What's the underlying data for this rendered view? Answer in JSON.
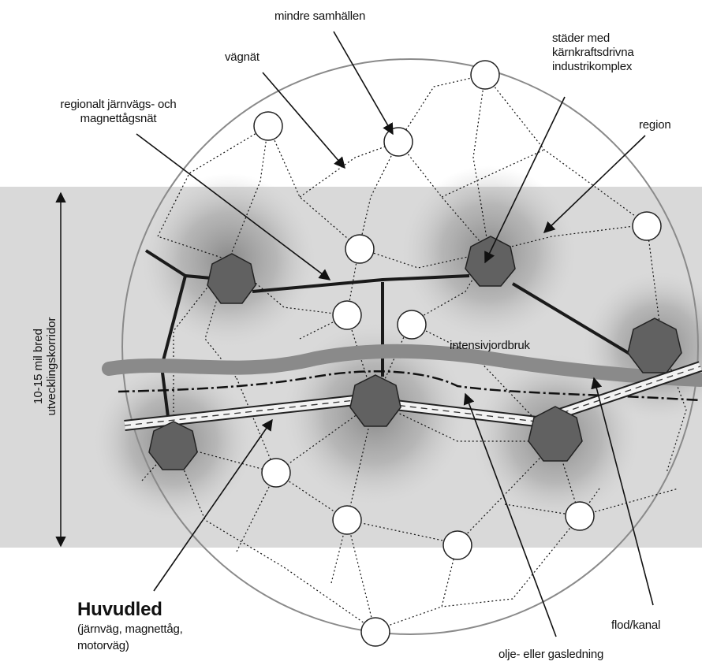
{
  "labels": {
    "mindre_samhallen": "mindre samhällen",
    "stader_line1": "städer med",
    "stader_line2": "kärnkraftsdrivna",
    "stader_line3": "industrikomplex",
    "vagnat": "vägnät",
    "regionalt_line1": "regionalt järnvägs- och",
    "regionalt_line2": "magnettågsnät",
    "region": "region",
    "intensivjordbruk": "intensivjordbruk",
    "korridor_line1": "10-15 mil bred",
    "korridor_line2": "utvecklingskorridor",
    "huvudled_title": "Huvudled",
    "huvudled_sub1": "(järnväg, magnettåg,",
    "huvudled_sub2": "motorväg)",
    "flod_kanal": "flod/kanal",
    "olje_gas": "olje- eller gasledning"
  },
  "colors": {
    "corridor_band": "#d9d9d9",
    "region_glow": "#8f8f8f",
    "city_fill": "#616161",
    "river": "#8a8a8a",
    "rail": "#1a1a1a",
    "circle_outline": "#8a8a8a"
  }
}
